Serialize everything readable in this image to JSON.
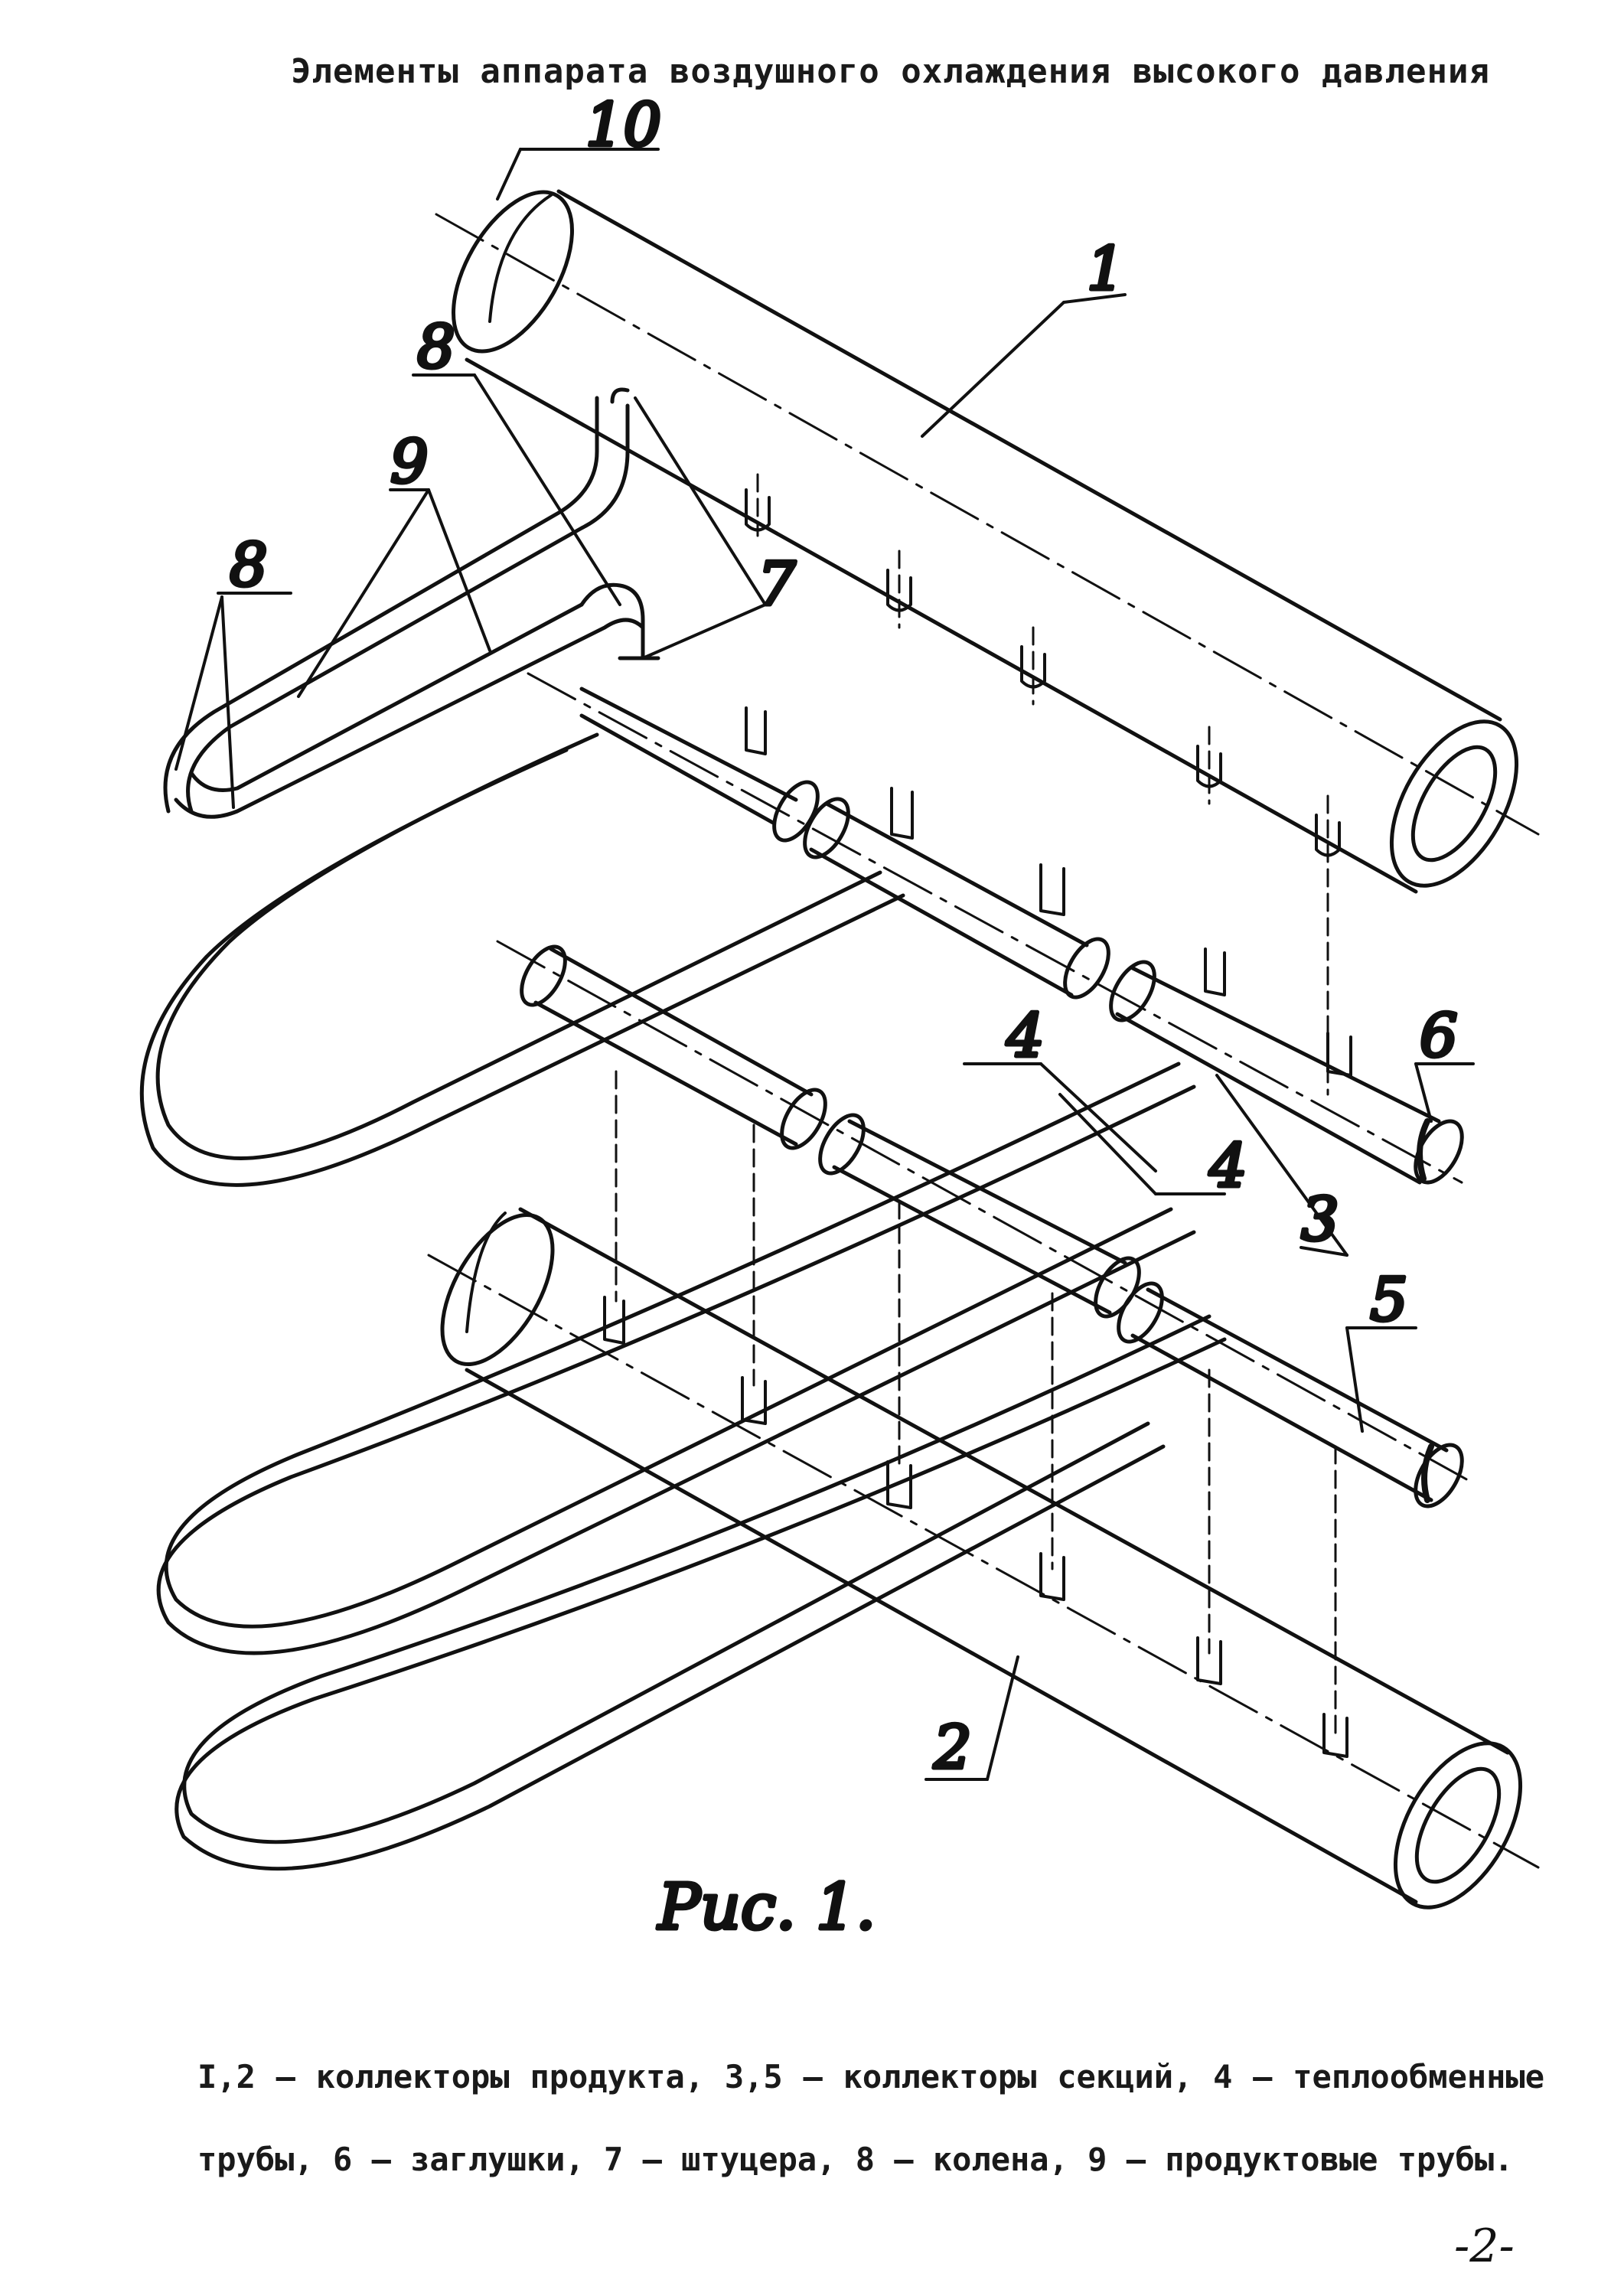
{
  "header": {
    "title": "Элементы аппарата воздушного охлаждения высокого давления"
  },
  "figure": {
    "caption": "Рис. 1.",
    "labels": {
      "l1": "1",
      "l2": "2",
      "l3": "3",
      "l4a": "4",
      "l4b": "4",
      "l5": "5",
      "l6": "6",
      "l7": "7",
      "l8a": "8",
      "l8b": "8",
      "l9": "9",
      "l10": "10"
    }
  },
  "legend": {
    "text": "I,2 – коллекторы продукта, 3,5 – коллекторы секций, 4 – теплообменные трубы, 6 – заглушки, 7 – штуцера, 8 – колена, 9 – продуктовые трубы."
  },
  "footer": {
    "page_number": "-2-"
  }
}
